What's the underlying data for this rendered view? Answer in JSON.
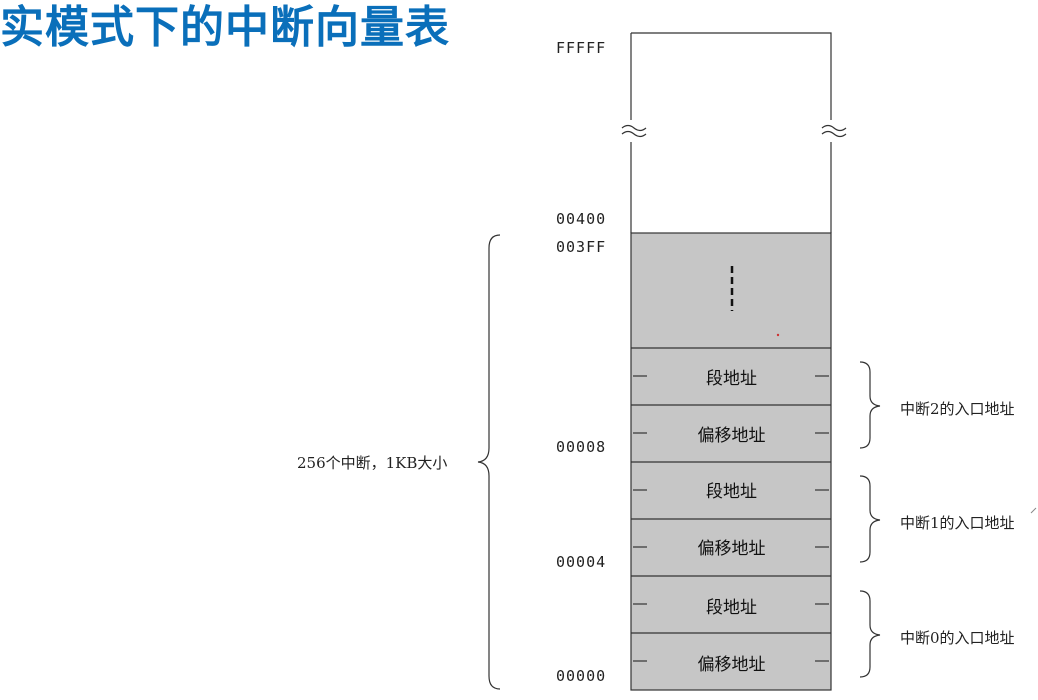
{
  "title": "实模式下的中断向量表",
  "colors": {
    "title": "#0a6fba",
    "table_gray": "#c6c6c6",
    "line": "#333333"
  },
  "addresses": {
    "top": "FFFFF",
    "a400": "00400",
    "a3ff": "003FF",
    "a008": "00008",
    "a004": "00004",
    "a000": "00000"
  },
  "cells": [
    {
      "label": "段地址"
    },
    {
      "label": "偏移地址"
    },
    {
      "label": "段地址"
    },
    {
      "label": "偏移地址"
    },
    {
      "label": "段地址"
    },
    {
      "label": "偏移地址"
    }
  ],
  "brackets": {
    "left": "256个中断，1KB大小",
    "int2": "中断2的入口地址",
    "int1": "中断1的入口地址",
    "int0": "中断0的入口地址"
  }
}
